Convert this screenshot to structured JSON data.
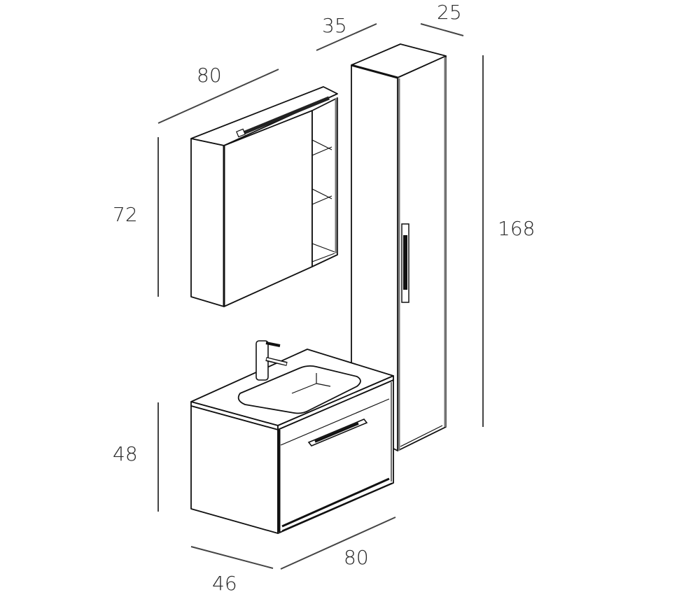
{
  "diagram": {
    "type": "isometric furniture dimension drawing",
    "units_shown": "none (numbers only)",
    "components": [
      {
        "name": "mirror-cabinet",
        "dimensions": {
          "width": "80",
          "height": "72"
        }
      },
      {
        "name": "tall-column-cabinet",
        "dimensions": {
          "width": "35",
          "depth": "25",
          "height": "168"
        }
      },
      {
        "name": "vanity-unit-with-basin",
        "dimensions": {
          "width": "80",
          "depth": "46",
          "height": "48"
        }
      }
    ]
  },
  "labels": {
    "mirror_width": "80",
    "mirror_height": "72",
    "column_width": "35",
    "column_depth": "25",
    "column_height": "168",
    "vanity_height": "48",
    "vanity_width": "80",
    "vanity_depth": "46"
  },
  "colors": {
    "line": "#111111",
    "dimension_line": "#444444",
    "text": "#2a2a2a",
    "background": "#ffffff"
  }
}
